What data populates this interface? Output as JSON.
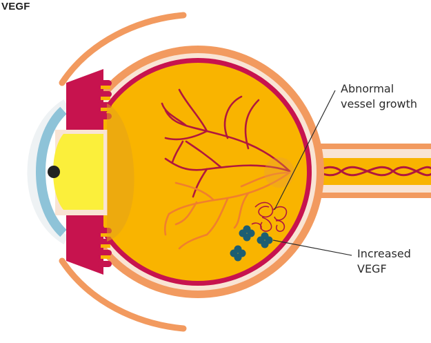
{
  "title": "VEGF",
  "annotations": {
    "abnormal_vessel_growth": {
      "line1": "Abnormal",
      "line2": "vessel growth"
    },
    "increased_vegf": {
      "line1": "Increased",
      "line2": "VEGF"
    }
  },
  "colors": {
    "sclera_orange": "#F29A5F",
    "choroid_cream": "#F9E4D4",
    "retina_red": "#C7134E",
    "vitreous_yellow": "#F9B400",
    "lens_yellow": "#FBEF3B",
    "cornea_blue": "#8EC3D8",
    "vessel_red": "#B0173E",
    "vessel_orange": "#F07F2E",
    "vegf_teal": "#1D5E73"
  },
  "icons": [
    "eyeball",
    "optic-nerve",
    "lens",
    "cornea",
    "ciliary-body",
    "retinal-vessels",
    "vegf-marker"
  ]
}
